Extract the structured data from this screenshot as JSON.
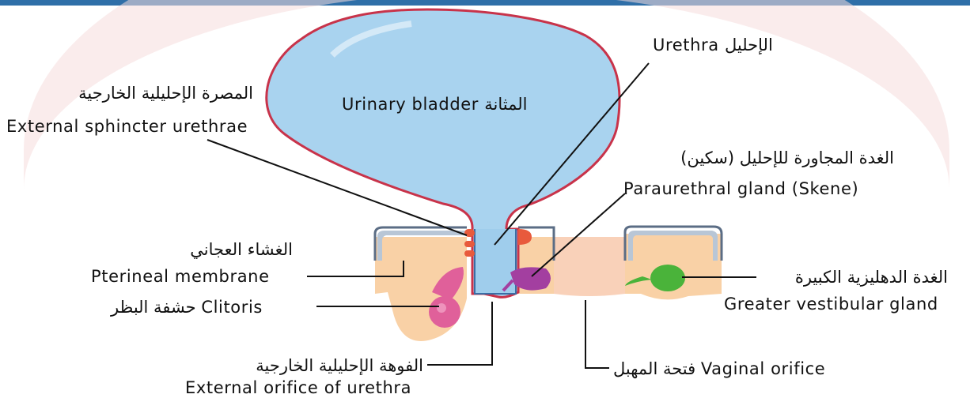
{
  "colors": {
    "top_bar": "#2f6fa8",
    "bladder_fill": "#a9d3ef",
    "bladder_stroke": "#c8334a",
    "watermark": "#f6dcdc",
    "tissue": "#f9d1a6",
    "membrane": "#b8c6d6",
    "sphincter": "#e85a3c",
    "clitoris": "#e0609a",
    "paraurethral_gland": "#a33fa0",
    "vestibular_gland": "#4ab33a",
    "leader_line": "#111111"
  },
  "labels": {
    "urethra": "Urethra الإحليل",
    "external_sphincter_ar": "المصرة الإحليلية الخارجية",
    "external_sphincter_en": "External sphincter urethrae",
    "urinary_bladder": "Urinary bladder المثانة",
    "paraurethral_ar": "الغدة المجاورة للإحليل (سكين)",
    "paraurethral_en": "Paraurethral gland (Skene)",
    "perineal_ar": "الغشاء العجاني",
    "perineal_en": "Pterineal membrane",
    "vestibular_ar": "الغدة الدهليزية الكبيرة",
    "vestibular_en": "Greater vestibular gland",
    "clitoris": "حشفة البظر Clitoris",
    "external_orifice_ar": "الفوهة الإحليلية الخارجية",
    "external_orifice_en": "External orifice of urethra",
    "vaginal_orifice": "فتحة المهبل Vaginal orifice"
  }
}
